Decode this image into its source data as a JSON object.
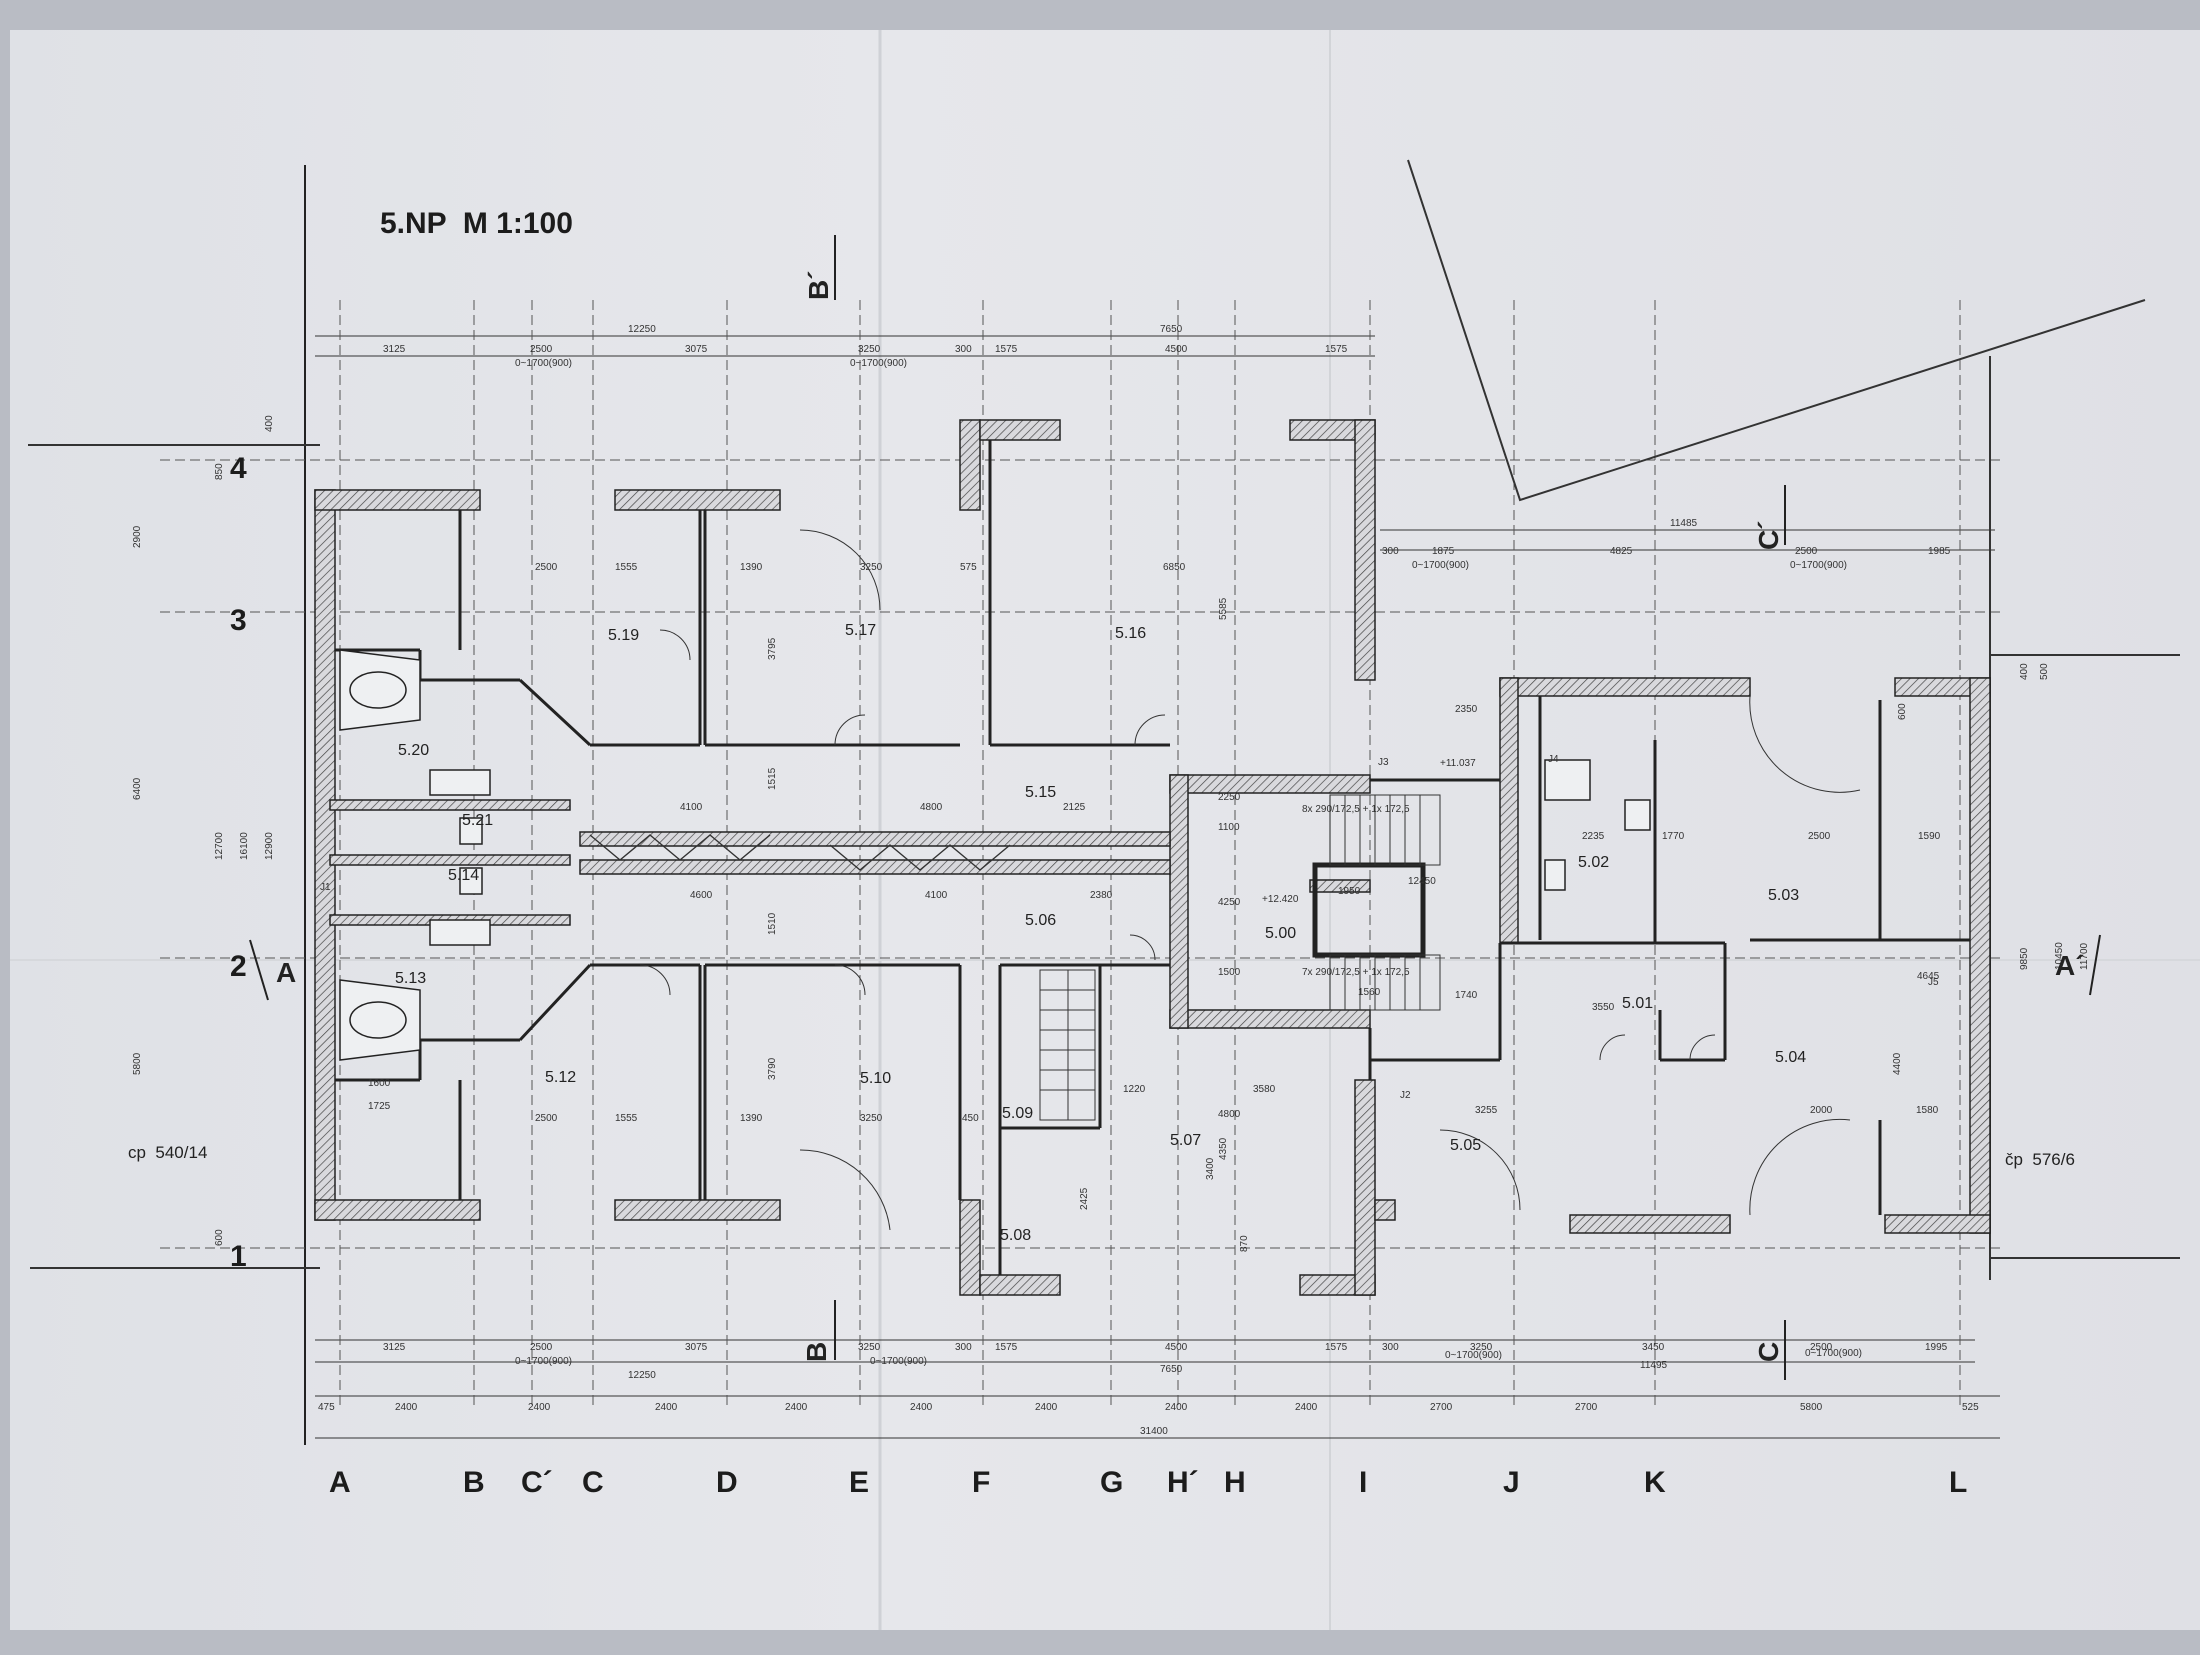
{
  "title": "5.NP  M 1:100",
  "column_axes": [
    "A",
    "B",
    "C´",
    "C",
    "D",
    "E",
    "F",
    "G",
    "H´",
    "H",
    "I",
    "J",
    "K",
    "L"
  ],
  "row_axes": [
    "4",
    "3",
    "2",
    "1"
  ],
  "sections": {
    "b_top": "B´",
    "b_bottom": "B",
    "c_top": "C´",
    "c_bottom": "C",
    "a_left": "A",
    "a_right": "A´"
  },
  "parcels": {
    "left": "cp  540/14",
    "right": "čp  576/6"
  },
  "rooms": [
    "5.19",
    "5.17",
    "5.16",
    "5.20",
    "5.21",
    "5.14",
    "5.15",
    "5.13",
    "5.06",
    "5.12",
    "5.10",
    "5.09",
    "5.08",
    "5.07",
    "5.00",
    "5.05",
    "5.02",
    "5.03",
    "5.01",
    "5.04"
  ],
  "labels": {
    "j1": "J1",
    "j2": "J2",
    "j3": "J3",
    "j4": "J4",
    "j5": "J5"
  },
  "dims": {
    "top_total_left": "12250",
    "top_total_right": "7650",
    "top": [
      "3125",
      "2500",
      "3075",
      "3250",
      "300",
      "1575",
      "4500",
      "1575"
    ],
    "window_note": "0~1700(900)",
    "right_total": "11485",
    "right": [
      "300",
      "1875",
      "4825",
      "2500",
      "1985"
    ],
    "bottom": [
      "3125",
      "2500",
      "3075",
      "3250",
      "300",
      "1575",
      "4500",
      "1575",
      "300",
      "3250",
      "3450",
      "2500",
      "1995"
    ],
    "bottom_total_left": "12250",
    "bottom_total_mid": "7650",
    "bottom_total_right": "11495",
    "grid": [
      "475",
      "2400",
      "2400",
      "2400",
      "2400",
      "2400",
      "2400",
      "2400",
      "2400",
      "2700",
      "2700",
      "5800",
      "525"
    ],
    "overall": "31400",
    "corridor": [
      "4100",
      "4800",
      "2125",
      "4600",
      "4100",
      "2380"
    ],
    "room_top": [
      "2500",
      "1555",
      "1390",
      "3250",
      "575",
      "6850"
    ],
    "room_bottom": [
      "2500",
      "1555",
      "1390",
      "3250",
      "450"
    ],
    "misc": [
      "1600",
      "1725",
      "1220",
      "3580",
      "4800",
      "3255",
      "3550",
      "1770",
      "2500",
      "1590",
      "4645",
      "2000",
      "1580",
      "2235",
      "2350",
      "1950",
      "12450",
      "1740",
      "1560",
      "2250",
      "1100",
      "4250",
      "1500"
    ],
    "stairs": [
      "8x 290/172,5 + 1x 172,5",
      "7x 290/172,5 + 1x 172,5"
    ],
    "levels": [
      "+11.037",
      "+12.420"
    ],
    "vertical_left": [
      "2900",
      "6400",
      "12700",
      "16100",
      "12900",
      "5800",
      "850",
      "400",
      "600"
    ],
    "vertical_mid": [
      "5585",
      "3795",
      "1515",
      "1510",
      "3790",
      "4350",
      "2425",
      "3400",
      "870"
    ],
    "vertical_right": [
      "9850",
      "10450",
      "11700",
      "4400",
      "600",
      "400",
      "500"
    ]
  }
}
